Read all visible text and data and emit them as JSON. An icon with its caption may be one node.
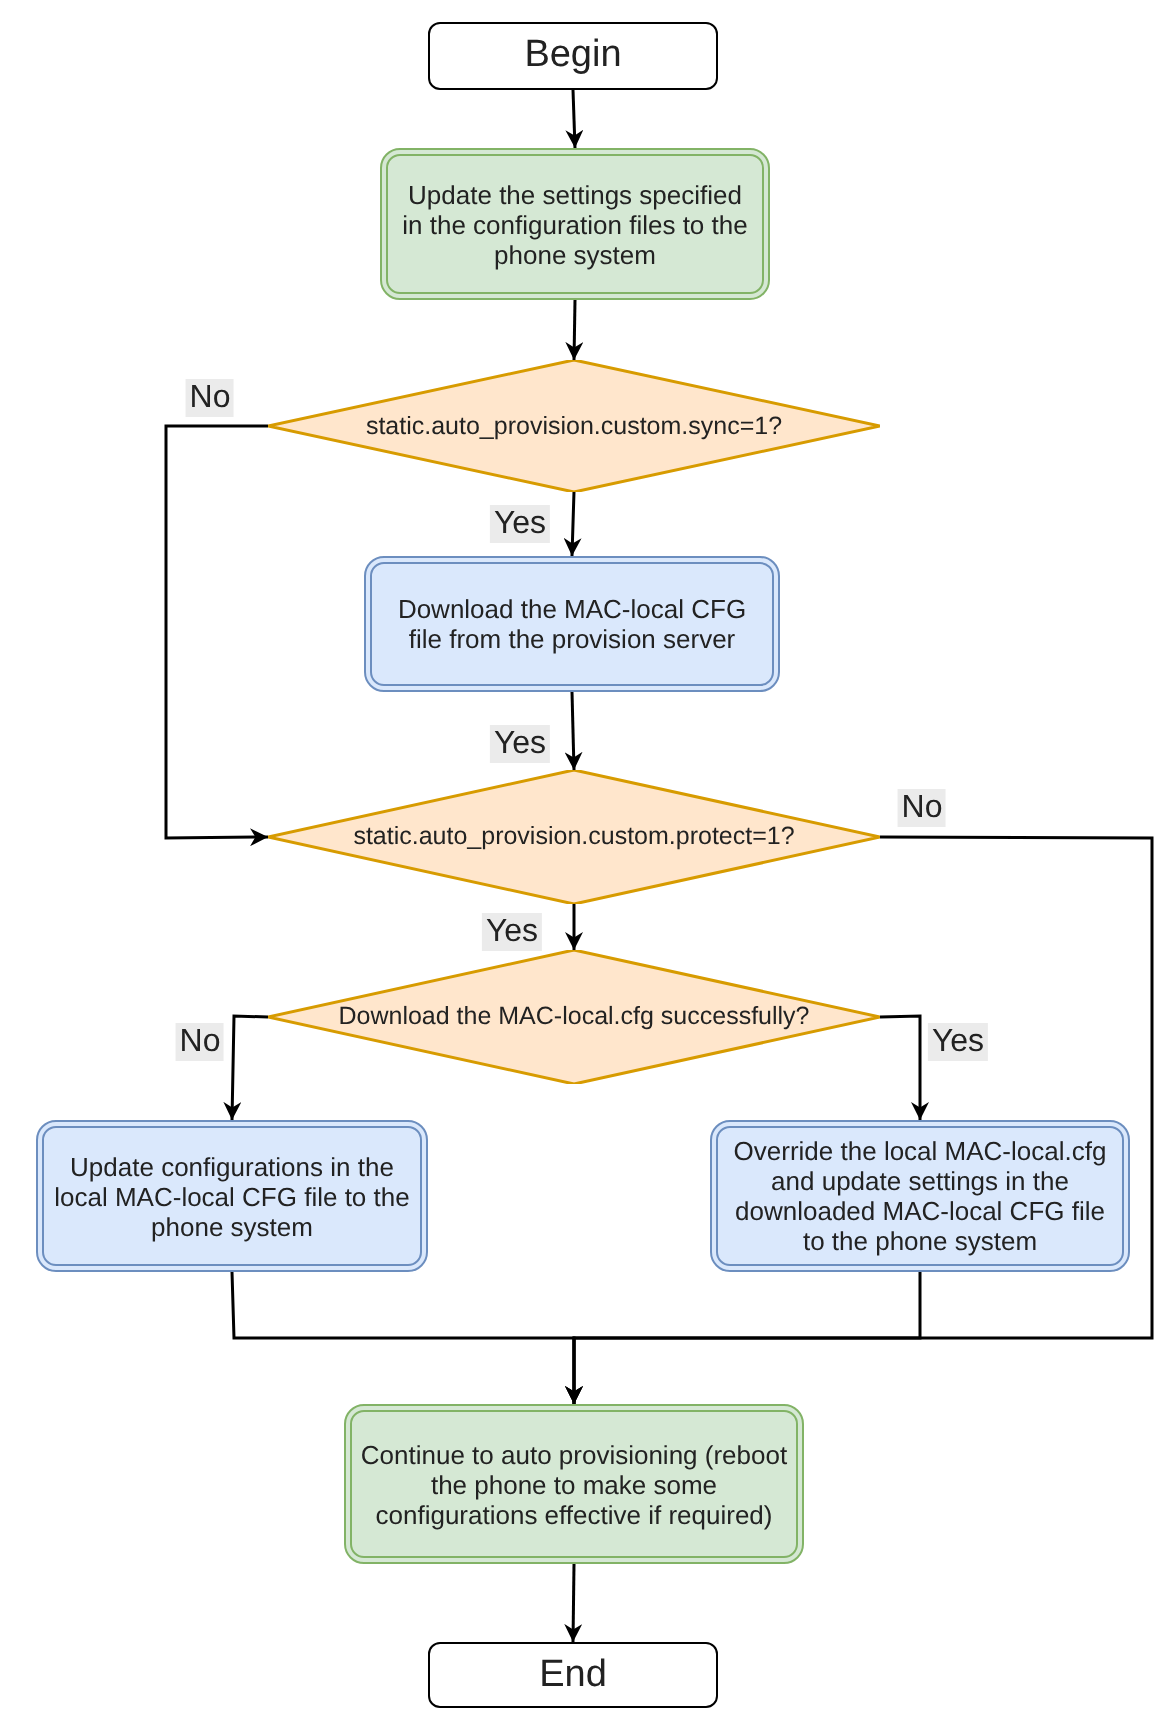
{
  "diagram": {
    "nodes": [
      {
        "text": [
          "Begin"
        ]
      },
      {
        "text": [
          "Update the settings specified in the configuration files to the phone system"
        ]
      },
      {
        "text": [
          "static.auto_provision.custom.sync=1?"
        ]
      },
      {
        "text": [
          "Download the MAC-local CFG file from the provision server"
        ]
      },
      {
        "text": [
          "static.auto_provision.custom.protect=1?"
        ]
      },
      {
        "text": [
          "Download the MAC-local.cfg successfully?"
        ]
      },
      {
        "text": [
          "Update configurations in the local MAC-local CFG file to the phone system"
        ]
      },
      {
        "text": [
          "Override the local MAC-local.cfg and update settings in the downloaded MAC-local CFG file to the phone system"
        ]
      },
      {
        "text": [
          "Continue to auto provisioning (reboot the phone to make some configurations effective if required)"
        ]
      },
      {
        "text": [
          "End"
        ]
      }
    ],
    "edges": [
      {
        "from": 0,
        "to": 1,
        "arrow": "to"
      },
      {
        "from": 1,
        "to": 2,
        "arrow": "to"
      },
      {
        "from": 2,
        "to": 3,
        "arrow": "to",
        "label": "Yes"
      },
      {
        "from": 2,
        "to": 4,
        "arrow": "to",
        "label": "No"
      },
      {
        "from": 3,
        "to": 4,
        "arrow": "to",
        "label": "Yes"
      },
      {
        "from": 4,
        "to": 5,
        "arrow": "to",
        "label": "Yes"
      },
      {
        "from": 4,
        "to": 8,
        "arrow": "to",
        "label": "No"
      },
      {
        "from": 5,
        "to": 6,
        "arrow": "to",
        "label": "No"
      },
      {
        "from": 5,
        "to": 7,
        "arrow": "to",
        "label": "Yes"
      },
      {
        "from": 6,
        "to": 8,
        "arrow": "to"
      },
      {
        "from": 7,
        "to": 8,
        "arrow": "to"
      },
      {
        "from": 8,
        "to": 9,
        "arrow": "to"
      }
    ]
  }
}
